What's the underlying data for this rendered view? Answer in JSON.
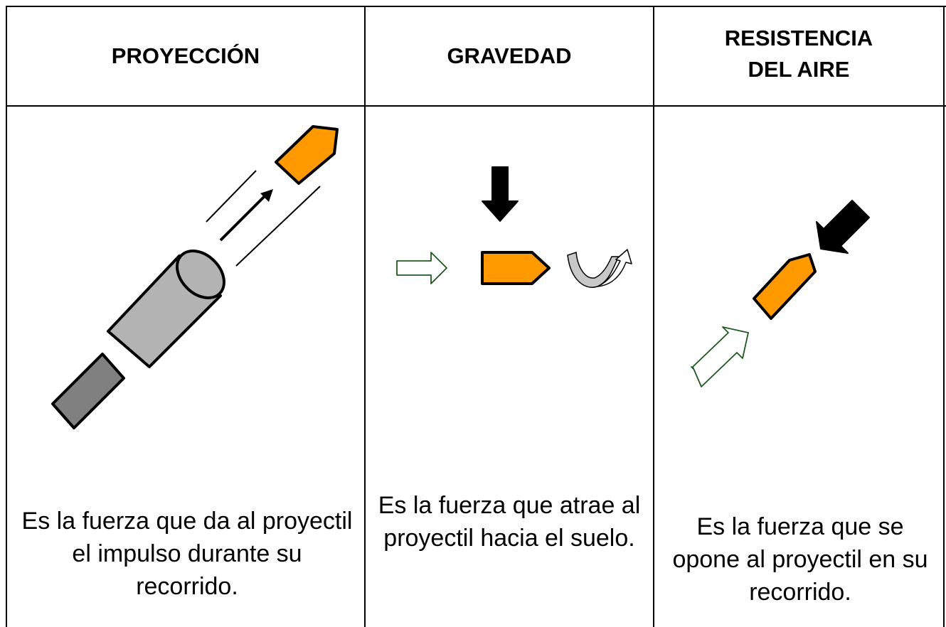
{
  "columns": [
    {
      "header": "PROYECCIÓN",
      "description": "Es la fuerza que da al proyectil el impulso durante su recorrido."
    },
    {
      "header": "GRAVEDAD",
      "description": "Es la fuerza que atrae al proyectil hacia el suelo."
    },
    {
      "header": "RESISTENCIA\nDEL AIRE",
      "description": "Es la fuerza que se opone al proyectil en su recorrido."
    }
  ],
  "colors": {
    "projectile": "#ff9900",
    "cannon_light": "#b3b3b3",
    "cannon_dark": "#808080",
    "force_arrow": "#000000",
    "outline_arrow": "#1f5a1f"
  },
  "icons": [
    "cannon-icon",
    "projectile-icon",
    "force-arrow-icon",
    "outline-arrow-icon",
    "spin-arrow-icon"
  ]
}
